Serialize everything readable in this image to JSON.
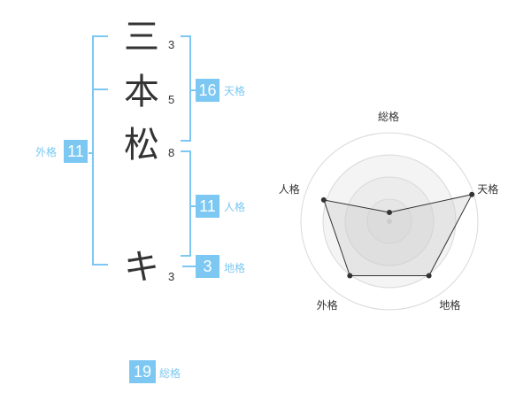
{
  "characters": [
    {
      "char": "三",
      "strokes": "3"
    },
    {
      "char": "本",
      "strokes": "5"
    },
    {
      "char": "松",
      "strokes": "8"
    },
    {
      "char": "キ",
      "strokes": "3"
    }
  ],
  "kakusu": {
    "tenkaku": {
      "value": "16",
      "label": "天格"
    },
    "jinkaku": {
      "value": "11",
      "label": "人格"
    },
    "chikaku": {
      "value": "3",
      "label": "地格"
    },
    "gaikaku": {
      "value": "11",
      "label": "外格"
    },
    "soukaku": {
      "value": "19",
      "label": "総格"
    }
  },
  "colors": {
    "accent": "#7cc8f2",
    "text": "#333333"
  },
  "chart_data": {
    "type": "radar",
    "axes": [
      "総格",
      "天格",
      "地格",
      "外格",
      "人格"
    ],
    "values": [
      0.1,
      0.98,
      0.76,
      0.76,
      0.78
    ],
    "rlim": [
      0,
      1
    ],
    "rings": 4,
    "grid": true
  }
}
